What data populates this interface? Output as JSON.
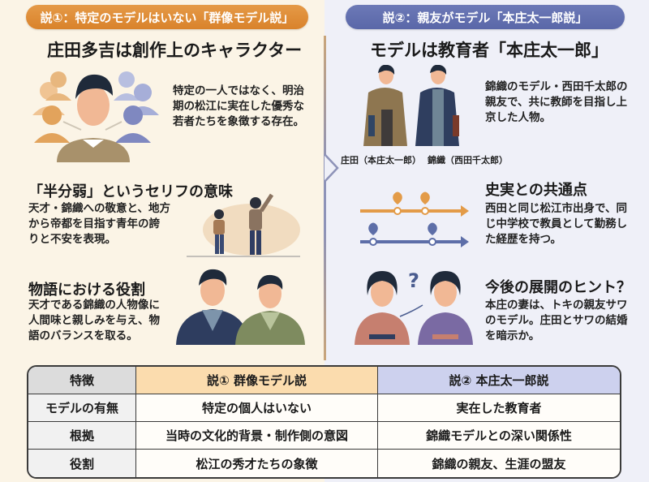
{
  "left": {
    "pill_label": "説①：特定のモデルはいない「群像モデル説」",
    "title": "庄田多吉は創作上のキャラクター",
    "intro_text": "特定の一人ではなく、明治期の松江に実在した優秀な若者たちを象徴する存在。",
    "section1": {
      "title": "「半分弱」というセリフの意味",
      "text": "天才・錦織への敬意と、地方から帝都を目指す青年の誇りと不安を表現。"
    },
    "section2": {
      "title": "物語における役割",
      "text": "天才である錦織の人物像に人間味と親しみを与え、物語のバランスを取る。"
    },
    "accent_color": "#dd8a33",
    "background_color": "#fbf4e6"
  },
  "right": {
    "pill_label": "説②：親友がモデル「本庄太一郎説」",
    "title": "モデルは教育者「本庄太一郎」",
    "intro_text": "錦織のモデル・西田千太郎の親友で、共に教師を目指し上京した人物。",
    "figure_captions": [
      "庄田（本庄太一郎）",
      "錦織（西田千太郎）"
    ],
    "section1": {
      "title": "史実との共通点",
      "text": "西田と同じ松江市出身で、同じ中学校で教員として勤務した経歴を持つ。"
    },
    "section2": {
      "title": "今後の展開のヒント？",
      "text": "本庄の妻は、トキの親友サワのモデル。庄田とサワの結婚を暗示か。"
    },
    "accent_color": "#5f6cac",
    "background_color": "#eff0f8"
  },
  "icons": {
    "group": "people-group-icon",
    "two_boys": "teacher-student-icon",
    "two_men": "two-men-kimono-icon",
    "two_men_books": "two-men-with-books-icon",
    "timeline": "timeline-pins-icon",
    "two_women": "two-women-question-icon"
  },
  "table": {
    "headers": [
      "特徴",
      "説① 群像モデル説",
      "説② 本庄太一郎説"
    ],
    "rows": [
      [
        "モデルの有無",
        "特定の個人はいない",
        "実在した教育者"
      ],
      [
        "根拠",
        "当時の文化的背景・制作側の意図",
        "錦織モデルとの深い関係性"
      ],
      [
        "役割",
        "松江の秀才たちの象徴",
        "錦織の親友、生涯の盟友"
      ]
    ],
    "header_colors": [
      "#dcdcdc",
      "#fbdcae",
      "#cdd1ee"
    ]
  }
}
